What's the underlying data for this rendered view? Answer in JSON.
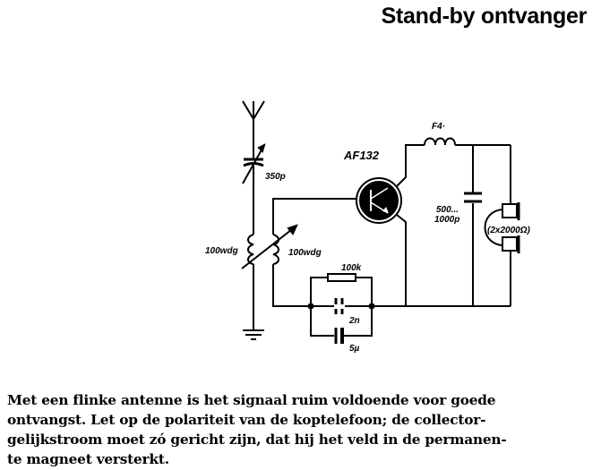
{
  "title": "Stand-by ontvanger",
  "diagram": {
    "transistor": "AF132",
    "variable_capacitor": "350p",
    "coil_left": "100wdg",
    "coil_right": "100wdg",
    "choke": "F4·",
    "capacitor_line1": "500...",
    "capacitor_line2": "1000p",
    "headphones": "(2x2000Ω)",
    "resistor": "100k",
    "capacitor_small": "2n",
    "capacitor_electrolytic": "5µ"
  },
  "body_lines": [
    "Met een flinke antenne is het signaal ruim voldoende voor goede",
    "ontvangst.  Let op de polariteit van de koptelefoon; de collector-",
    "gelijkstroom moet zó gericht zijn, dat hij het veld in de permanen-",
    "te magneet versterkt."
  ]
}
